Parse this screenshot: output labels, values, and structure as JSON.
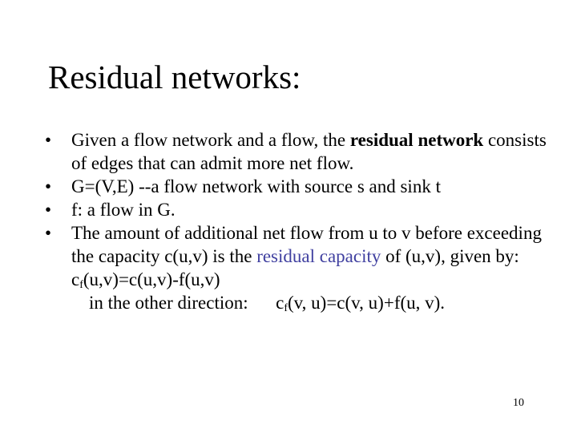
{
  "slide": {
    "title": "Residual networks:",
    "bullet_char": "•",
    "bullets": [
      {
        "pre": "Given a flow network and a flow, the ",
        "bold": "residual network",
        "post": " consists of edges that can admit more net flow."
      },
      {
        "text": " G=(V,E) --a flow network  with source s and sink t"
      },
      {
        "text": " f: a flow in G."
      },
      {
        "pre": "The amount of additional net flow  from u to v before exceeding the capacity c(u,v) is the ",
        "highlight": "residual capacity",
        "mid": " of (u,v), given by: c",
        "sub": "f",
        "post": "(u,v)=c(u,v)-f(u,v)"
      }
    ],
    "extra_line": {
      "pre": "in the other direction:      c",
      "sub": "f",
      "post": "(v, u)=c(v, u)+f(u, v)."
    },
    "page_number": "10",
    "colors": {
      "highlight": "#4040a0",
      "text": "#000000",
      "background": "#ffffff"
    }
  }
}
